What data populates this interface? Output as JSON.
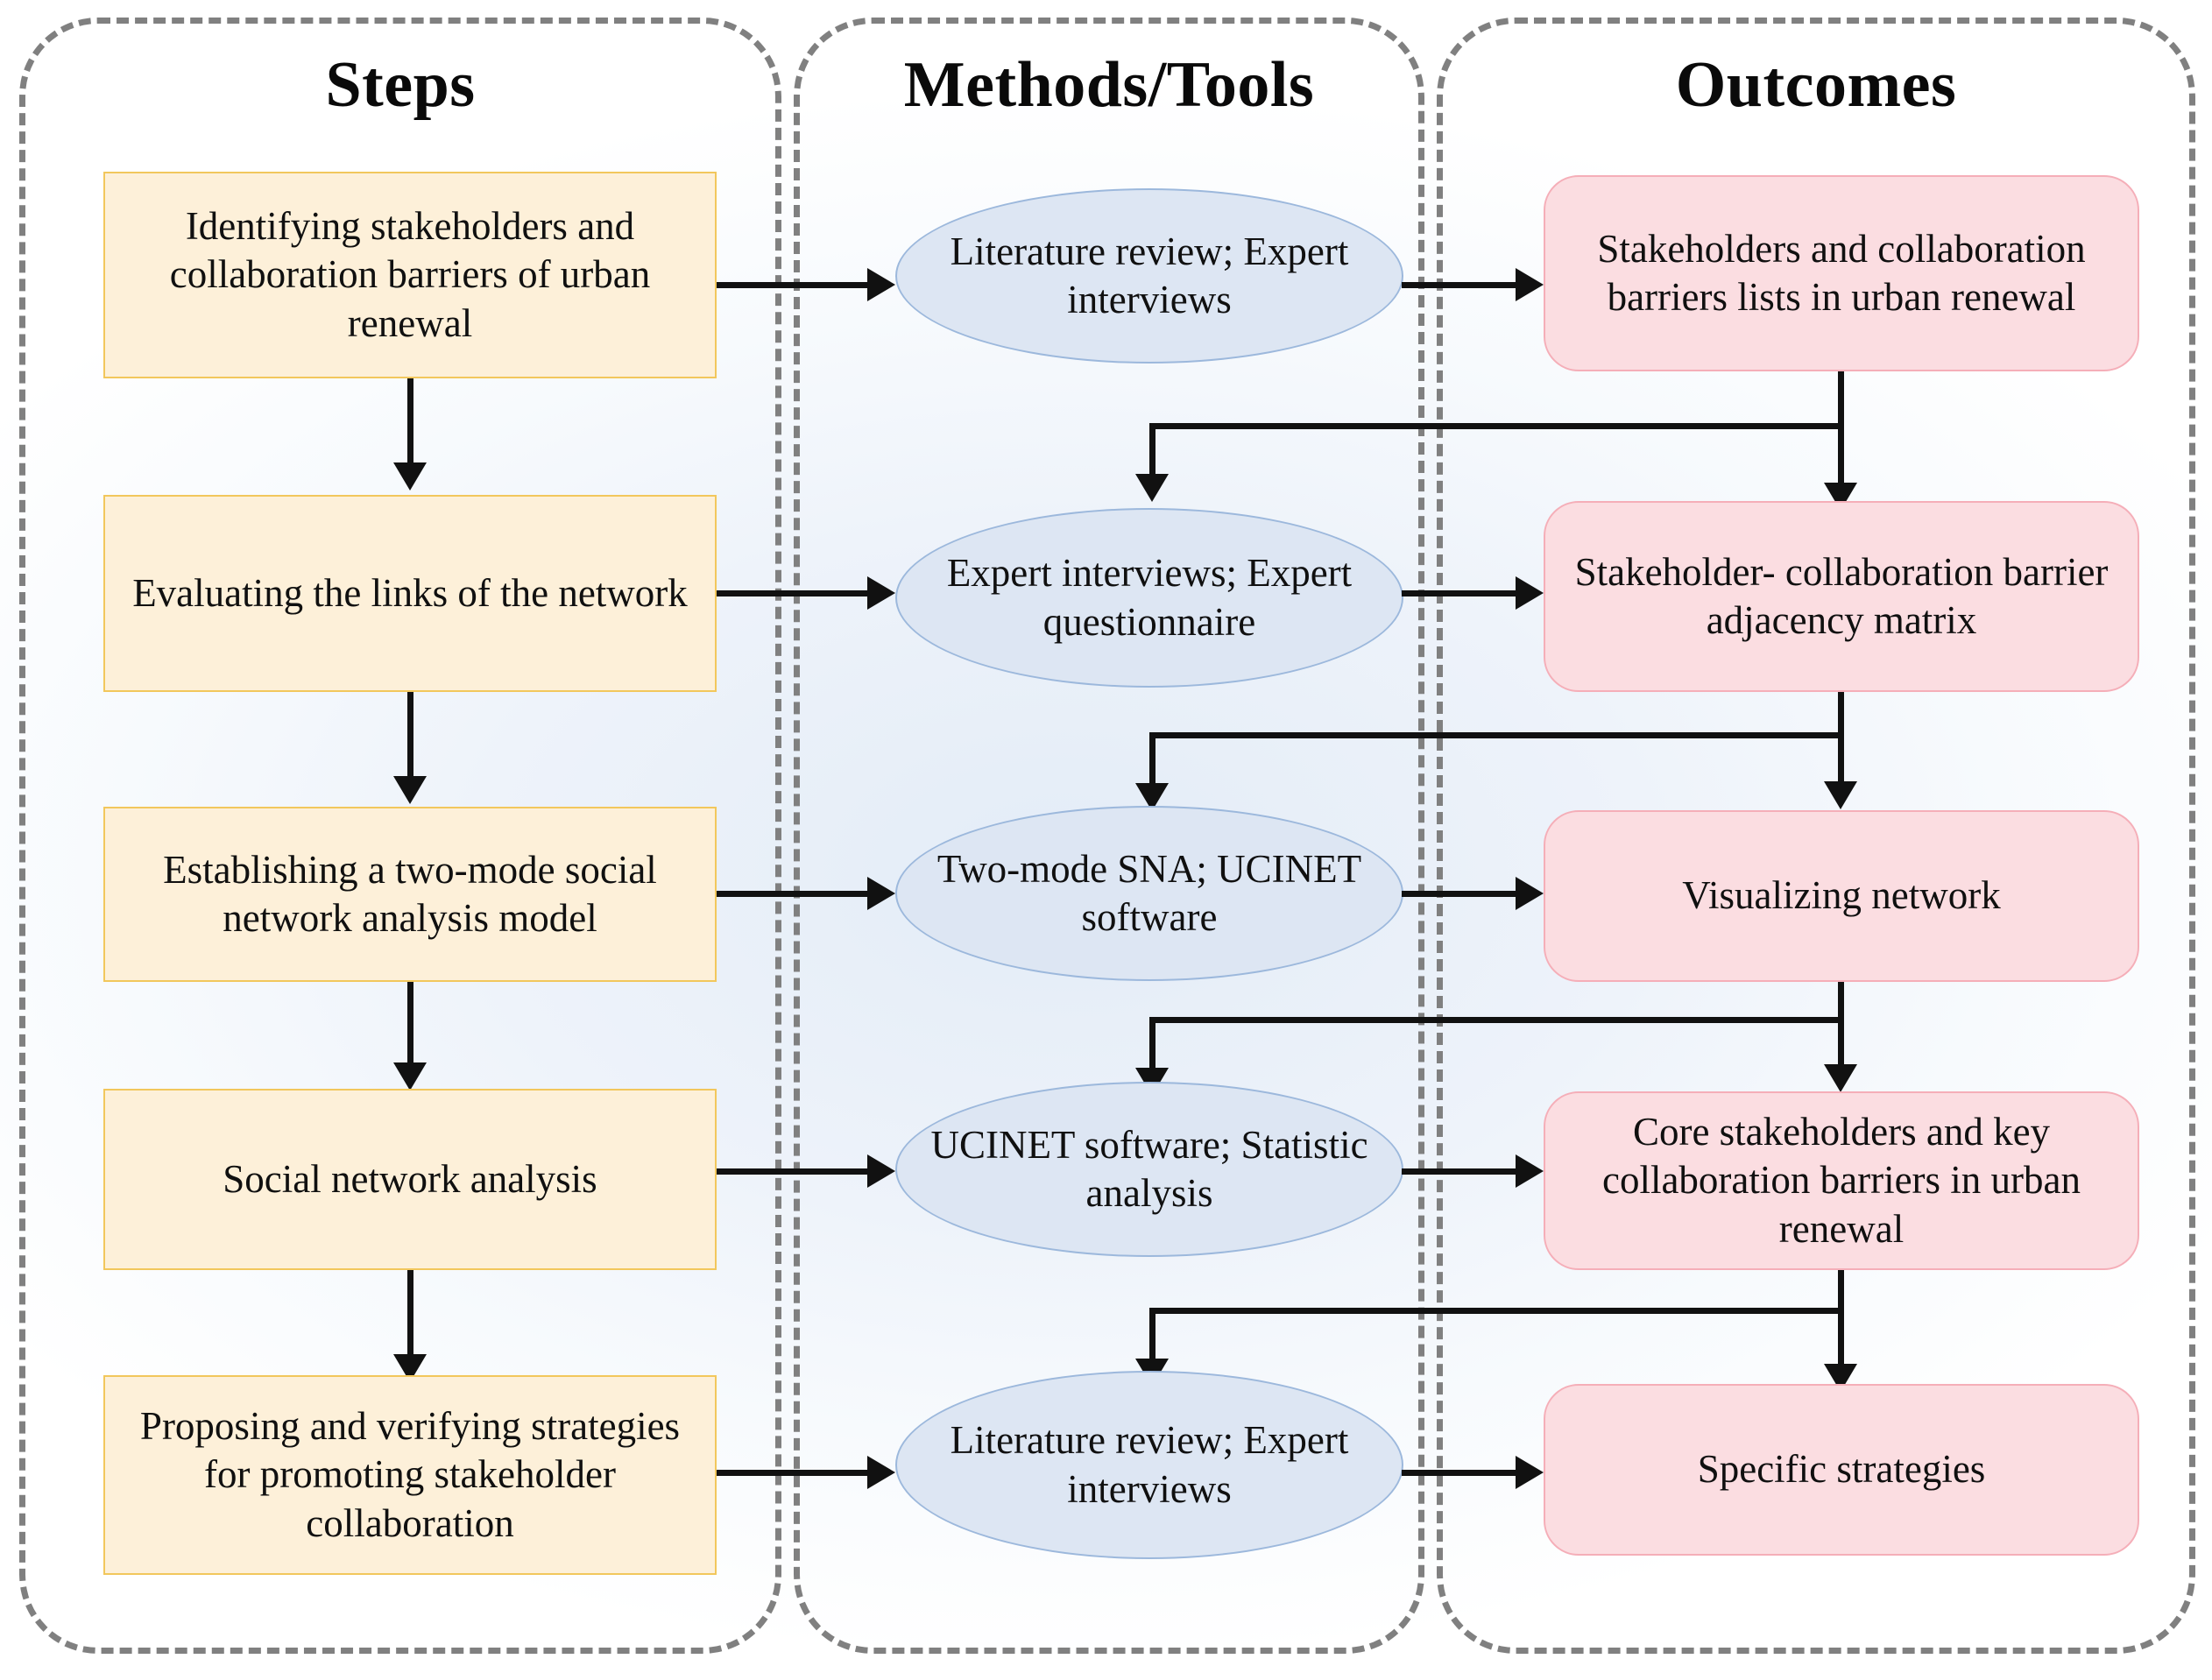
{
  "figure": {
    "type": "three-column process flowchart",
    "columns": [
      {
        "id": "steps",
        "title": "Steps"
      },
      {
        "id": "methods",
        "title": "Methods/Tools"
      },
      {
        "id": "outcomes",
        "title": "Outcomes"
      }
    ]
  },
  "colors": {
    "step_fill": "#fdf0d9",
    "step_border": "#f2c75c",
    "tool_fill": "#dde6f3",
    "tool_border": "#9cb8dc",
    "outcome_fill": "#fbdde1",
    "outcome_border": "#f5aeb8",
    "panel_border": "#808080",
    "connector": "#111111",
    "text": "#101010"
  },
  "rows": [
    {
      "step": "Identifying stakeholders and collaboration barriers of urban renewal",
      "tool": "Literature review; Expert interviews",
      "outcome": "Stakeholders and collaboration barriers lists in urban renewal"
    },
    {
      "step": "Evaluating the links of the network",
      "tool": "Expert interviews; Expert questionnaire",
      "outcome": "Stakeholder- collaboration barrier adjacency matrix"
    },
    {
      "step": "Establishing a two-mode social network analysis model",
      "tool": "Two-mode SNA; UCINET software",
      "outcome": "Visualizing network"
    },
    {
      "step": "Social network analysis",
      "tool": "UCINET software; Statistic analysis",
      "outcome": "Core stakeholders and key collaboration barriers in urban renewal"
    },
    {
      "step": "Proposing and verifying strategies for promoting stakeholder collaboration",
      "tool": "Literature review; Expert interviews",
      "outcome": "Specific strategies"
    }
  ]
}
